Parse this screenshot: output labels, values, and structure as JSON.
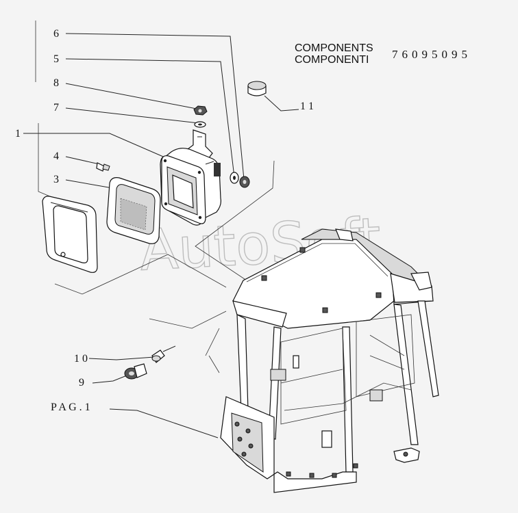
{
  "header": {
    "title_en": "COMPONENTS",
    "title_it": "COMPONENTI",
    "code": "76095095"
  },
  "watermark": "AutoSoft",
  "callouts": {
    "c6": "6",
    "c5": "5",
    "c8": "8",
    "c7": "7",
    "c1": "1",
    "c4": "4",
    "c3": "3",
    "c11": "1 1",
    "c10": "1 0",
    "c9": "9",
    "pag": "P A G . 1"
  }
}
